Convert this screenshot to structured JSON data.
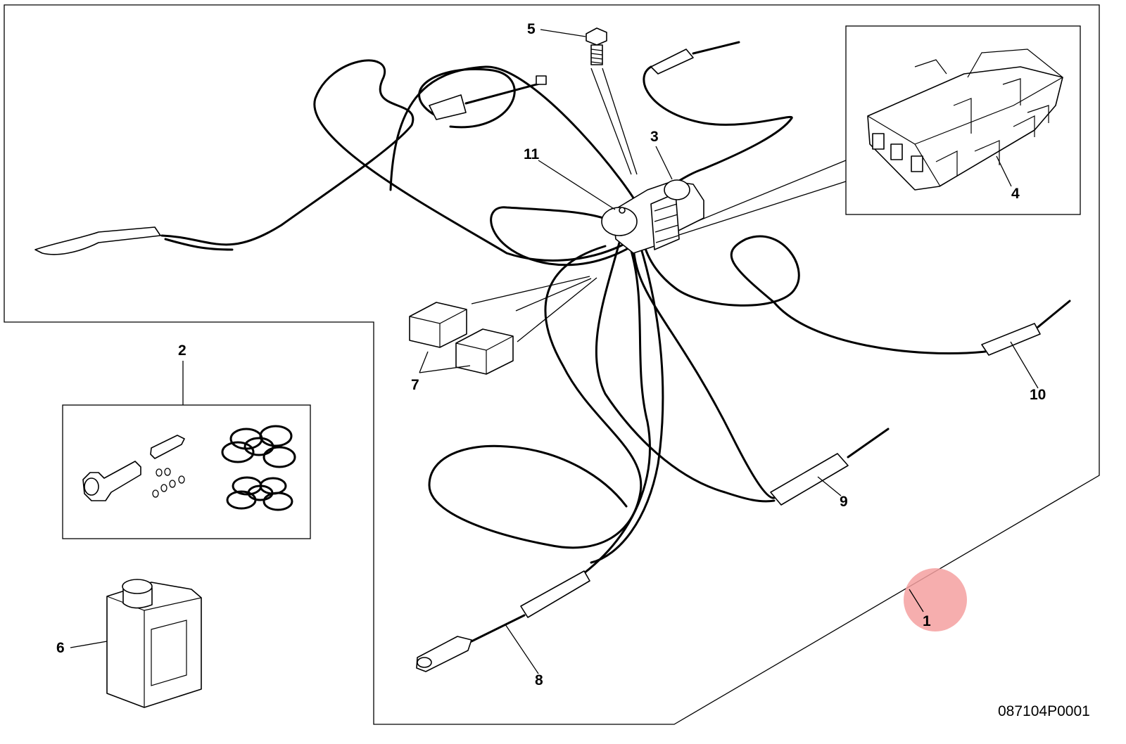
{
  "diagram": {
    "reference_code": "087104P0001",
    "highlight_color": "#f4a0a0",
    "callouts": [
      {
        "id": "c1",
        "label": "1"
      },
      {
        "id": "c2",
        "label": "2"
      },
      {
        "id": "c3",
        "label": "3"
      },
      {
        "id": "c4",
        "label": "4"
      },
      {
        "id": "c5",
        "label": "5"
      },
      {
        "id": "c6",
        "label": "6"
      },
      {
        "id": "c7",
        "label": "7"
      },
      {
        "id": "c8",
        "label": "8"
      },
      {
        "id": "c9",
        "label": "9"
      },
      {
        "id": "c10",
        "label": "10"
      },
      {
        "id": "c11",
        "label": "11"
      }
    ]
  }
}
